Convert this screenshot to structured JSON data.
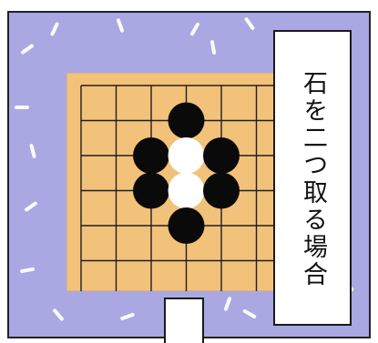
{
  "caption": {
    "text": "石を二つ取る場合"
  },
  "board": {
    "lines": 7,
    "colors": {
      "board": "#f2c27a",
      "background": "#a9a8e2",
      "line": "#1f1f1f",
      "black_stone": "#0a0a0a",
      "white_stone": "#ffffff"
    },
    "stones": [
      {
        "color": "black",
        "col": 3,
        "row": 1
      },
      {
        "color": "black",
        "col": 2,
        "row": 2
      },
      {
        "color": "white",
        "col": 3,
        "row": 2
      },
      {
        "color": "black",
        "col": 4,
        "row": 2
      },
      {
        "color": "black",
        "col": 2,
        "row": 3
      },
      {
        "color": "white",
        "col": 3,
        "row": 3
      },
      {
        "color": "black",
        "col": 4,
        "row": 3
      },
      {
        "color": "black",
        "col": 3,
        "row": 4
      }
    ]
  }
}
